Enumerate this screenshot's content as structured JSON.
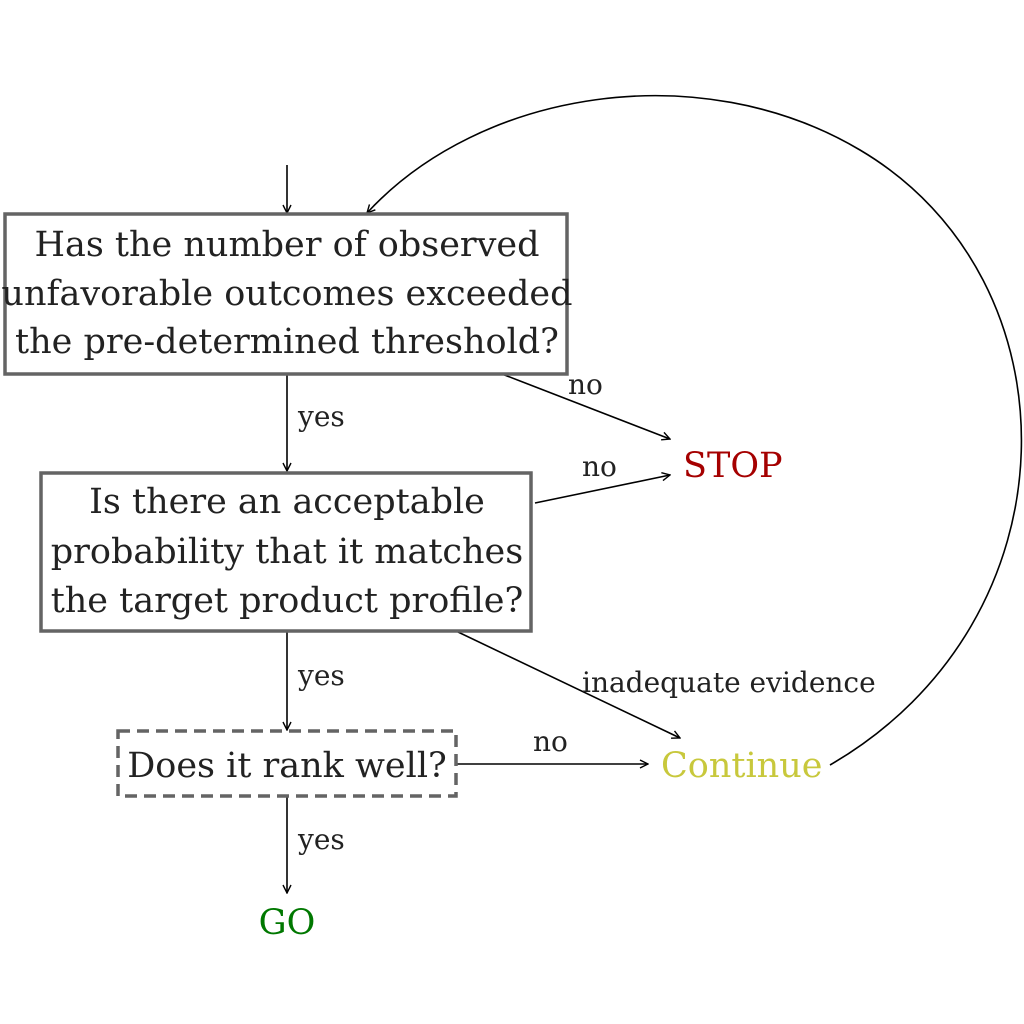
{
  "nodes": {
    "q1": {
      "lines": [
        "Has the number of observed",
        "unfavorable outcomes exceeded",
        "the pre-determined threshold?"
      ],
      "border": "solid"
    },
    "q2": {
      "lines": [
        "Is there an acceptable",
        "probability that it matches",
        "the target product profile?"
      ],
      "border": "solid"
    },
    "q3": {
      "lines": [
        "Does it rank well?"
      ],
      "border": "dashed"
    },
    "stop": {
      "label": "STOP",
      "color": "#a50000"
    },
    "cont": {
      "label": "Continue",
      "color": "#c8c83c"
    },
    "go": {
      "label": "GO",
      "color": "#007800"
    }
  },
  "edges": {
    "q1_yes": "yes",
    "q1_no": "no",
    "q2_yes": "yes",
    "q2_no": "no",
    "q2_inadequate": "inadequate evidence",
    "q3_yes": "yes",
    "q3_no": "no"
  }
}
